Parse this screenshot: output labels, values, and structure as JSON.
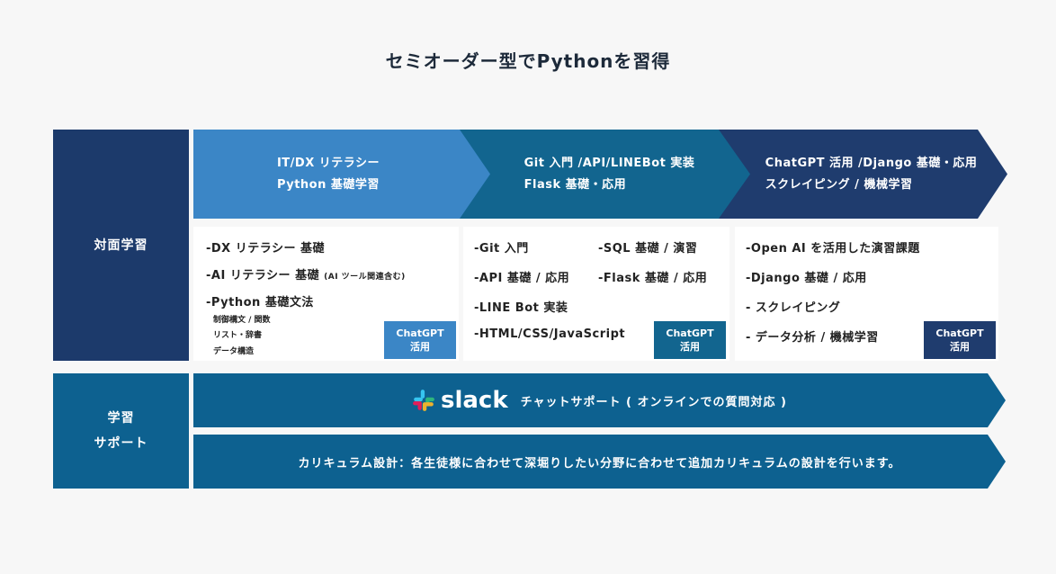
{
  "title": "セミオーダー型でPythonを習得",
  "rows": {
    "face": "対面学習",
    "support_line1": "学習",
    "support_line2": "サポート"
  },
  "steps": [
    {
      "line1": "IT/DX リテラシー",
      "line2": "Python 基礎学習",
      "color": "#3b86c6"
    },
    {
      "line1": "Git 入門 /API/LINEBot 実装",
      "line2": "Flask 基礎・応用",
      "color": "#12658f"
    },
    {
      "line1": "ChatGPT 活用 /Django 基礎・応用",
      "line2": "スクレイピング / 機械学習",
      "color": "#1f3c6e"
    }
  ],
  "card1": {
    "item1": "-DX リテラシー 基礎",
    "item2": "-AI リテラシー 基礎",
    "item2_note": "(AI ツール関連含む)",
    "item3": "-Python 基礎文法",
    "sub1": "制御構文 / 関数",
    "sub2": "リスト・辞書",
    "sub3": "データ構造",
    "tag_line1": "ChatGPT",
    "tag_line2": "活用"
  },
  "card2": {
    "item1": "-Git 入門",
    "item2": "-SQL 基礎 / 演習",
    "item3": "-API 基礎 / 応用",
    "item4": "-Flask 基礎 / 応用",
    "item5": "-LINE Bot 実装",
    "item6": "-HTML/CSS/JavaScript",
    "tag_line1": "ChatGPT",
    "tag_line2": "活用"
  },
  "card3": {
    "item1": "-Open AI を活用した演習課題",
    "item2": "-Django 基礎 / 応用",
    "item3": "- スクレイピング",
    "item4": "- データ分析 / 機械学習",
    "tag_line1": "ChatGPT",
    "tag_line2": "活用"
  },
  "support": {
    "slack_word": "slack",
    "slack_text": "チャットサポート ( オンラインでの質問対応 )",
    "curriculum_text": "カリキュラム設計：各生徒様に合わせて深堀りしたい分野に合わせて追加カリキュラムの設計を行います。"
  },
  "colors": {
    "tag1": "#3b86c6",
    "tag2": "#12658f",
    "tag3": "#1f3c6e",
    "navy": "#1c3a6b",
    "teal": "#0d6190"
  },
  "icons": {
    "slack": "slack-logo-icon"
  }
}
